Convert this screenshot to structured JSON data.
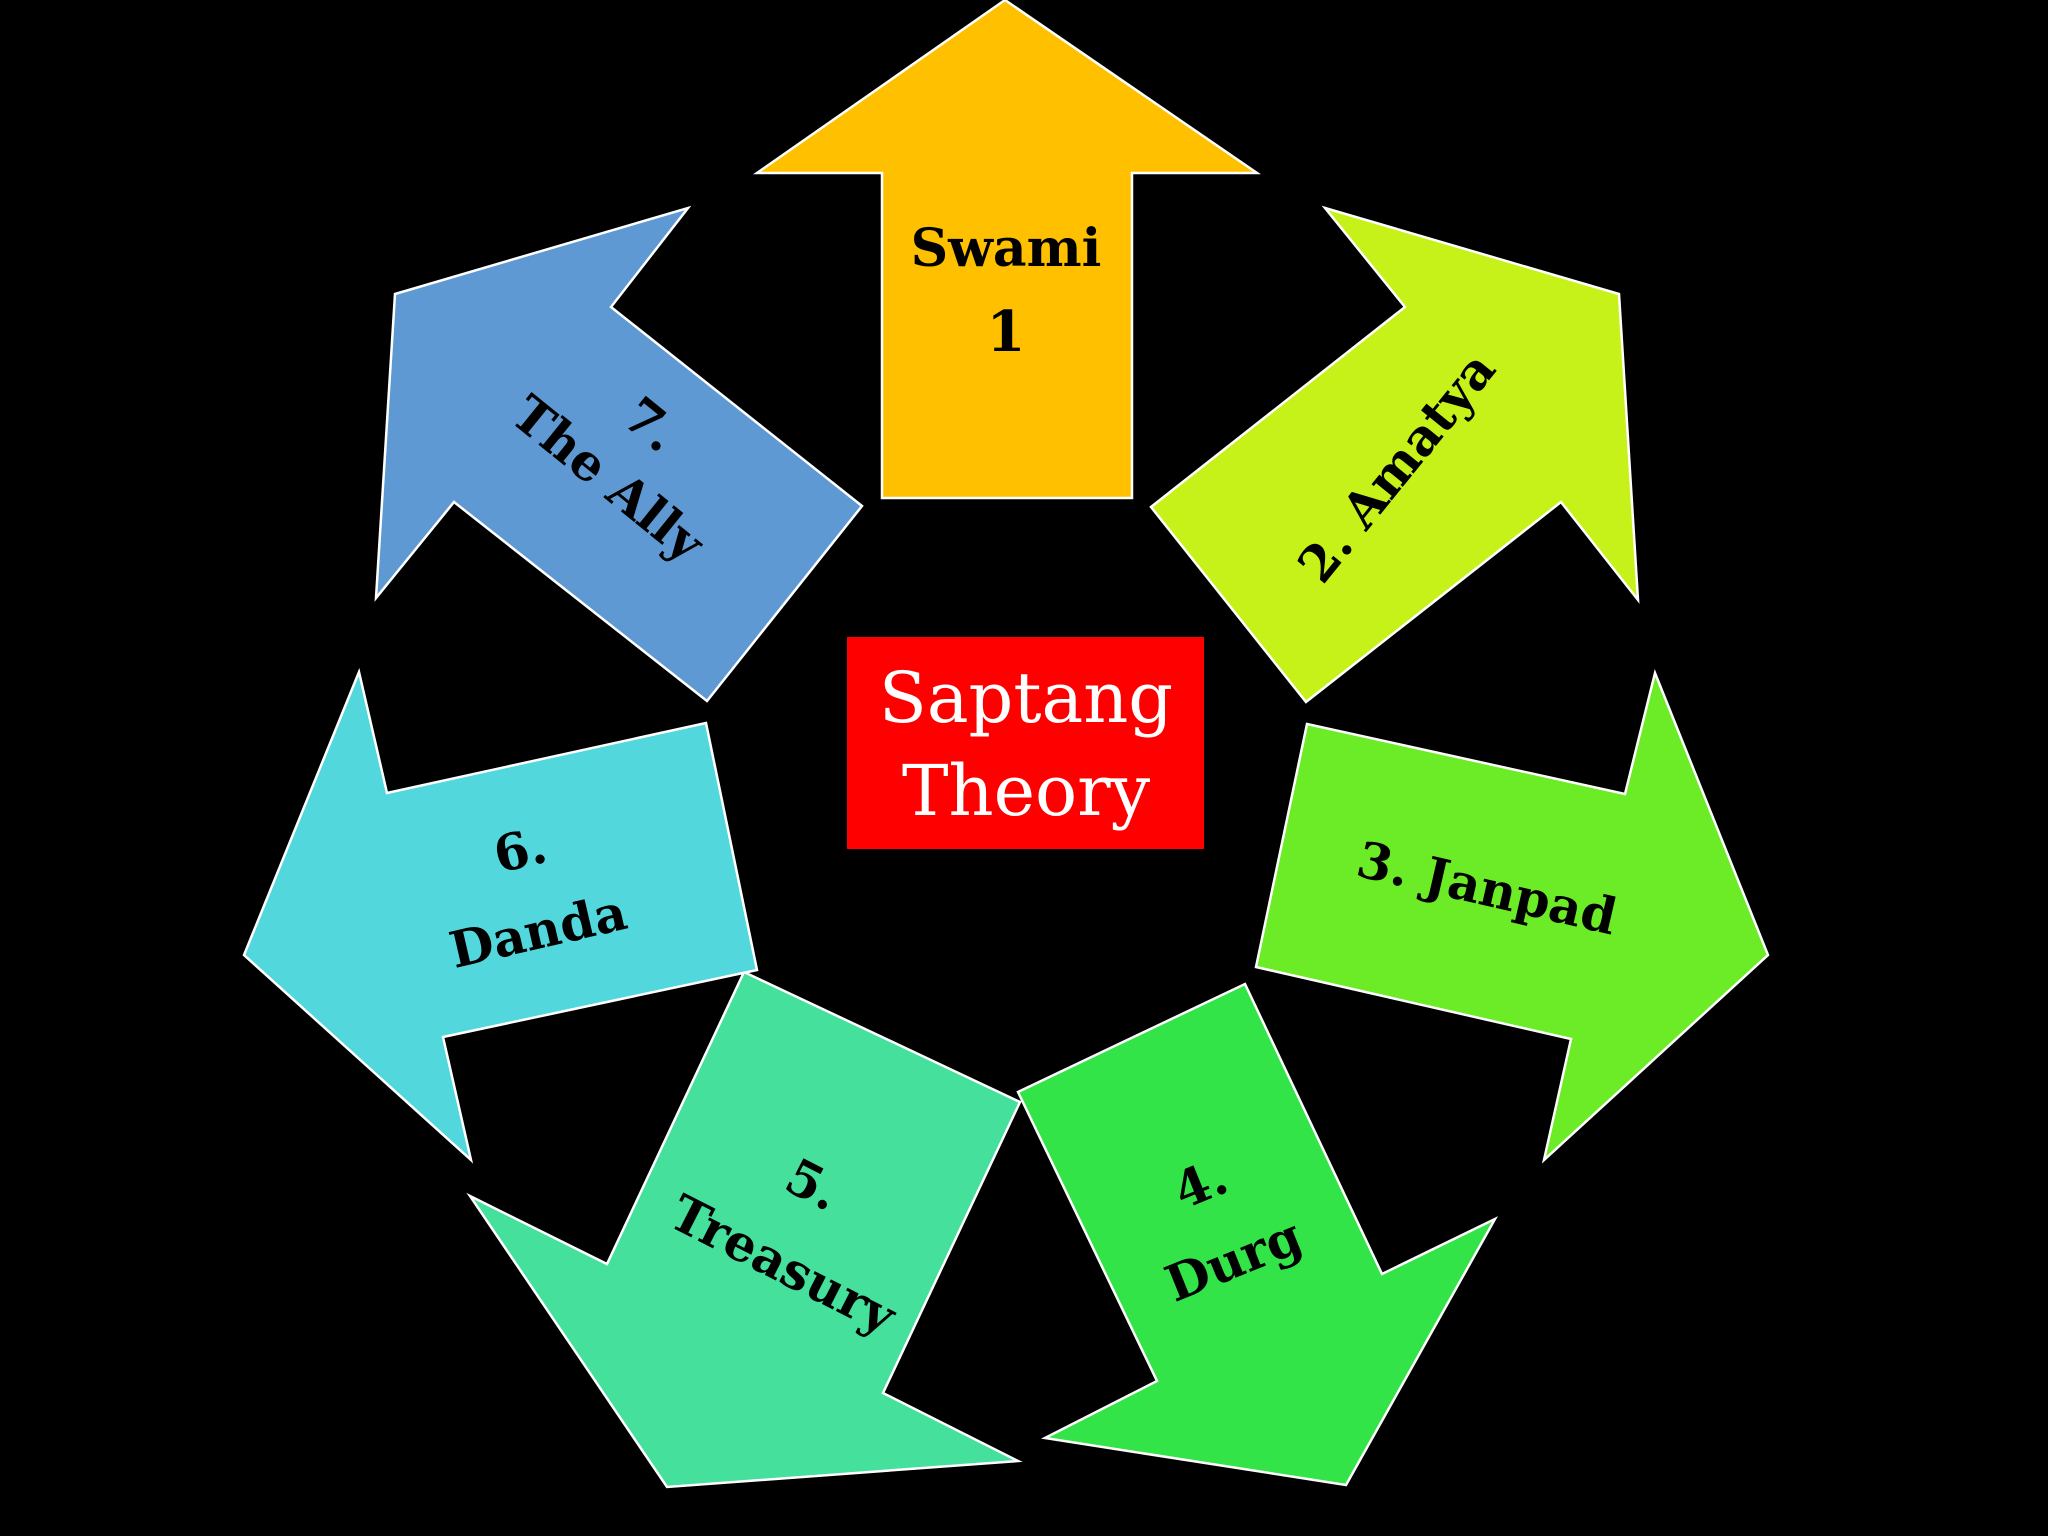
{
  "center": {
    "line1": "Saptang",
    "line2": "Theory",
    "color": "#ff0000"
  },
  "arrows": [
    {
      "id": "swami",
      "line1": "Swami",
      "line2": "1",
      "color": "#ffc000"
    },
    {
      "id": "amatya",
      "line1": "2. Amatya",
      "line2": "",
      "color": "#c6f21a"
    },
    {
      "id": "janpad",
      "line1": "3. Janpad",
      "line2": "",
      "color": "#6ceb27"
    },
    {
      "id": "durg",
      "line1": "4.",
      "line2": "Durg",
      "color": "#32e447"
    },
    {
      "id": "treasury",
      "line1": "5.",
      "line2": "Treasury",
      "color": "#45e09c"
    },
    {
      "id": "danda",
      "line1": "6.",
      "line2": "Danda",
      "color": "#52d8dc"
    },
    {
      "id": "ally",
      "line1": "7.",
      "line2": "The Ally",
      "color": "#5f99d3"
    }
  ]
}
